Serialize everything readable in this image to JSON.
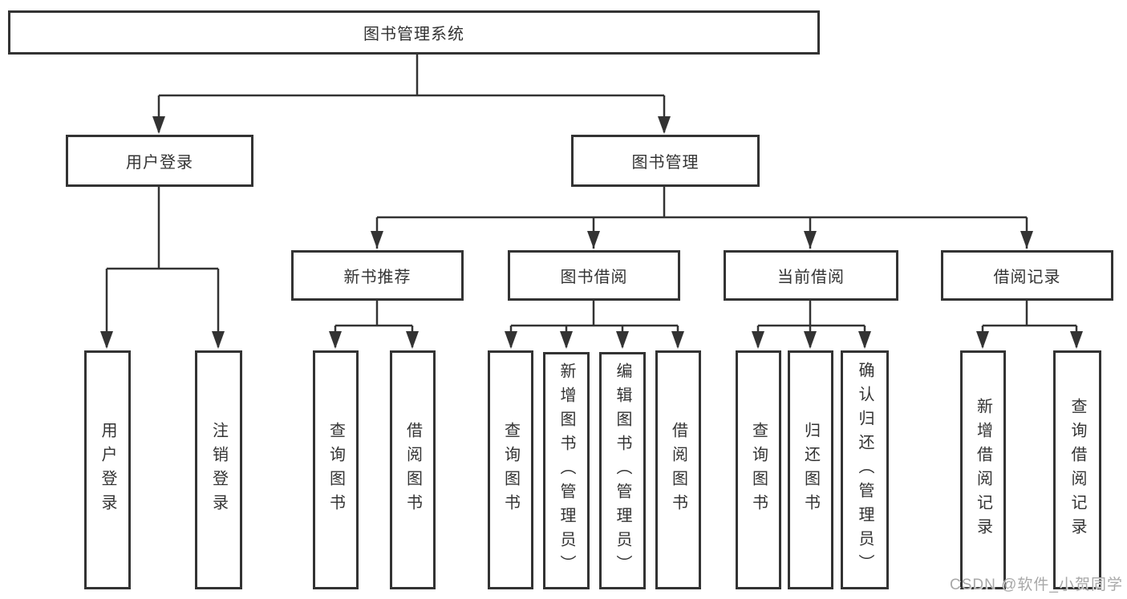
{
  "diagram": {
    "title": "图书管理系统",
    "colors": {
      "background": "#ffffff",
      "line": "#333333",
      "box_border": "#333333",
      "text": "#333333",
      "watermark": "#a8a8a8"
    },
    "watermark": {
      "text": "CSDN @软件_小贺同学"
    },
    "tree": {
      "root": {
        "label": "图书管理系统"
      },
      "user_login": {
        "label": "用户登录",
        "leaves": {
          "login": {
            "label": "用户登录"
          },
          "logout": {
            "label": "注销登录"
          }
        }
      },
      "book_mgmt": {
        "label": "图书管理",
        "sections": {
          "new_book_rec": {
            "label": "新书推荐",
            "leaves": {
              "query_books": {
                "label": "查询图书"
              },
              "borrow_books": {
                "label": "借阅图书"
              }
            }
          },
          "book_borrow": {
            "label": "图书借阅",
            "leaves": {
              "query_books": {
                "label": "查询图书"
              },
              "add_books": {
                "label": "新增图书（管理员）"
              },
              "edit_books": {
                "label": "编辑图书（管理员）"
              },
              "borrow_books": {
                "label": "借阅图书"
              }
            }
          },
          "current_borrow": {
            "label": "当前借阅",
            "leaves": {
              "query_books": {
                "label": "查询图书"
              },
              "return_books": {
                "label": "归还图书"
              },
              "confirm_return": {
                "label": "确认归还（管理员）"
              }
            }
          },
          "borrow_record": {
            "label": "借阅记录",
            "leaves": {
              "add_record": {
                "label": "新增借阅记录"
              },
              "query_record": {
                "label": "查询借阅记录"
              }
            }
          }
        }
      }
    }
  }
}
